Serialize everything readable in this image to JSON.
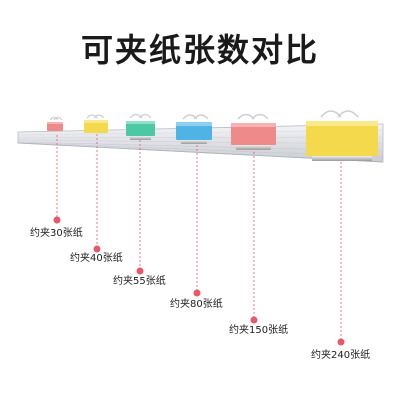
{
  "title": "可夹纸张数对比",
  "clips": [
    {
      "color": "#ef8a8a",
      "label": "约夹30张纸"
    },
    {
      "color": "#f3d94b",
      "label": "约夹40张纸"
    },
    {
      "color": "#4cc9a4",
      "label": "约夹55张纸"
    },
    {
      "color": "#4fb3e6",
      "label": "约夹80张纸"
    },
    {
      "color": "#ef8a8a",
      "label": "约夹150张纸"
    },
    {
      "color": "#f3d94b",
      "label": "约夹240张纸"
    }
  ],
  "accent": "#e9586a"
}
